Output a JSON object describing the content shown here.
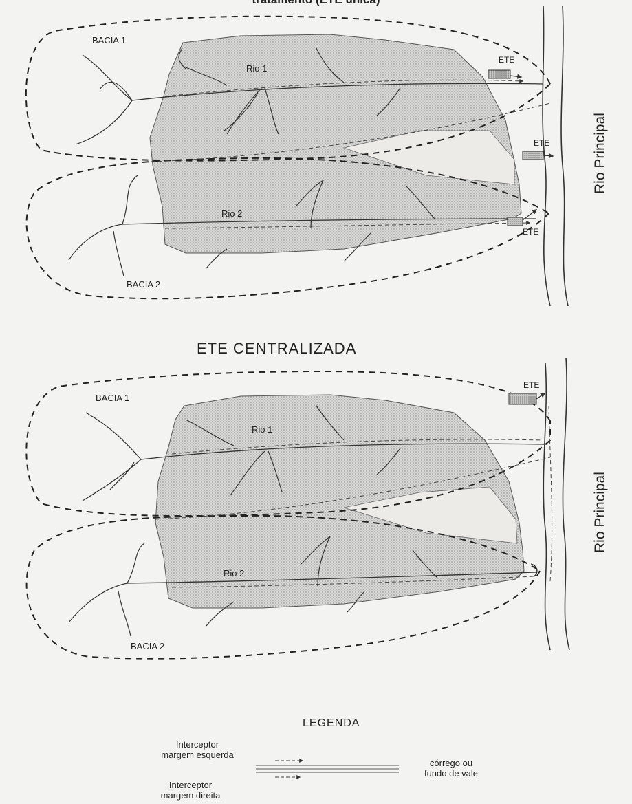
{
  "header": {
    "caption": "tratamento (ETE única)"
  },
  "top_panel": {
    "basin1": "BACIA 1",
    "basin2": "BACIA 2",
    "river1": "Rio 1",
    "river2": "Rio 2",
    "ete_labels": [
      "ETE",
      "ETE",
      "ETE"
    ],
    "main_river": "Rio Principal"
  },
  "centralized_title": "ETE CENTRALIZADA",
  "bottom_panel": {
    "basin1": "BACIA 1",
    "basin2": "BACIA 2",
    "river1": "Rio 1",
    "river2": "Rio 2",
    "ete_label": "ETE",
    "main_river": "Rio Principal"
  },
  "legend": {
    "title": "LEGENDA",
    "left_interceptor_line1": "Interceptor",
    "left_interceptor_line2": "margem esquerda",
    "right_interceptor_line1": "Interceptor",
    "right_interceptor_line2": "margem direita",
    "stream_line1": "córrego ou",
    "stream_line2": "fundo de vale"
  }
}
